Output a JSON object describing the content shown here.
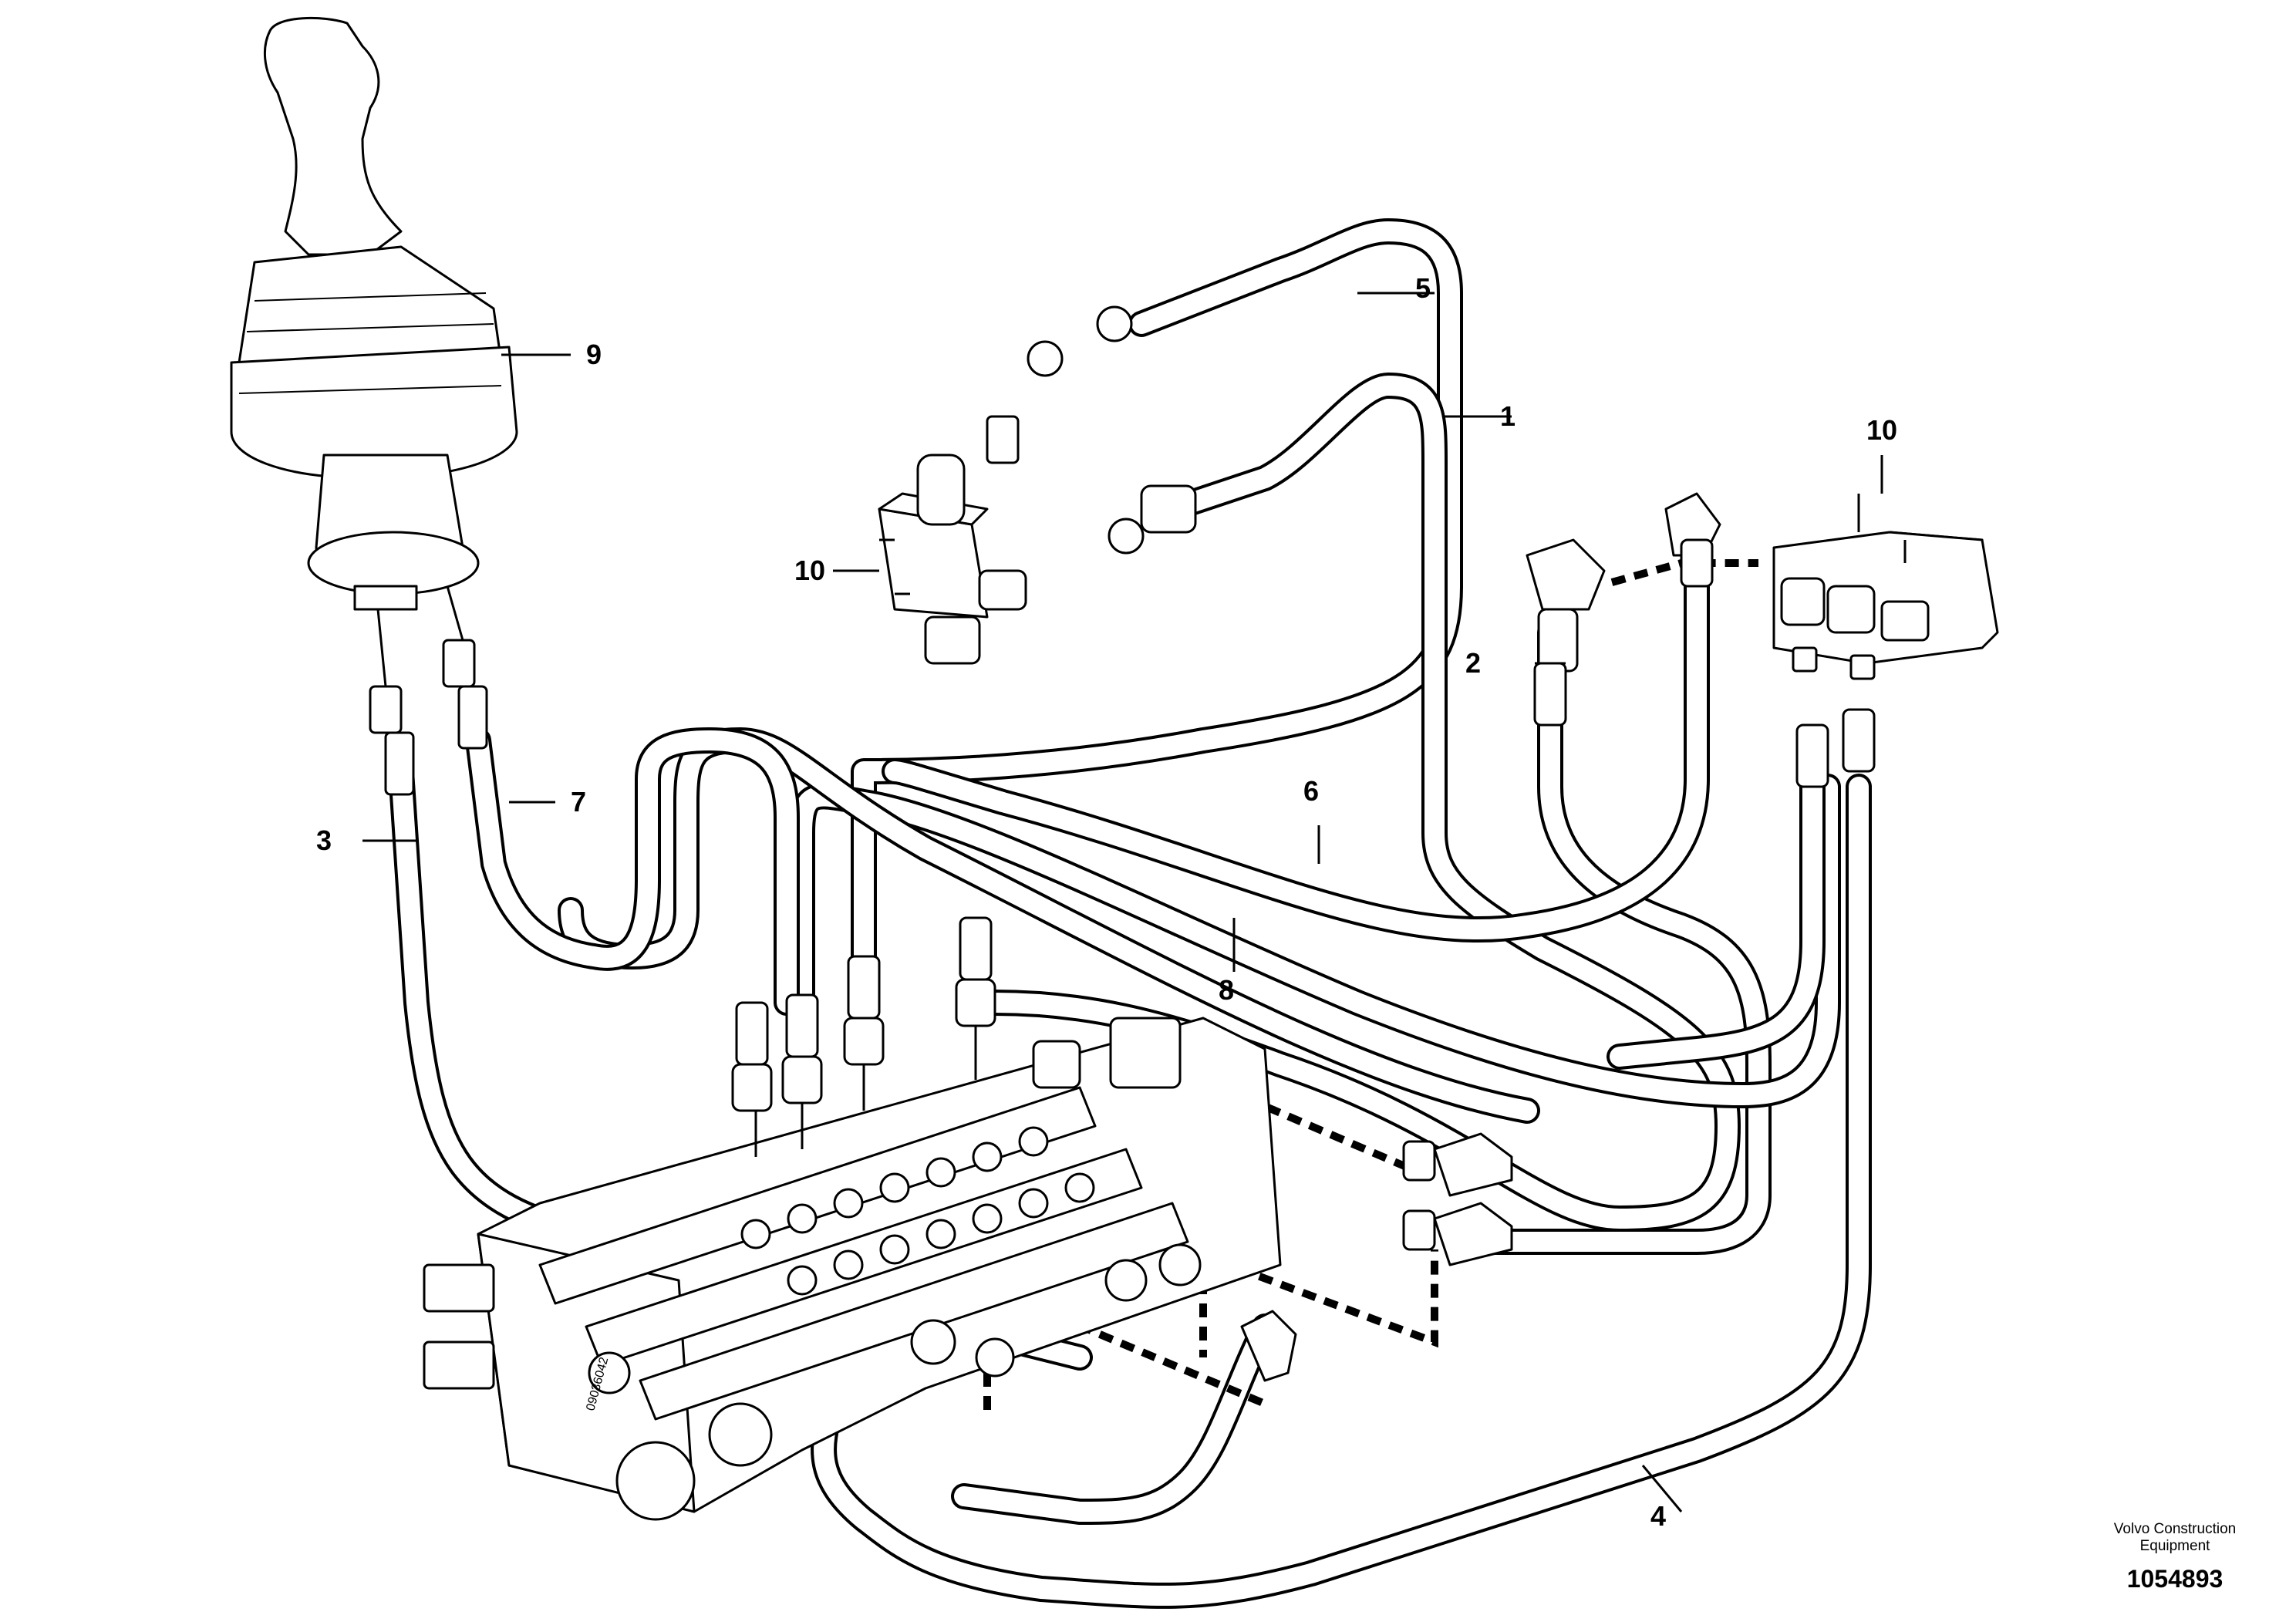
{
  "callouts": {
    "c1": "1",
    "c2": "2",
    "c3": "3",
    "c4": "4",
    "c5": "5",
    "c6": "6",
    "c7": "7",
    "c8": "8",
    "c9": "9",
    "c10a": "10",
    "c10b": "10"
  },
  "footer": {
    "company_line1": "Volvo Construction",
    "company_line2": "Equipment",
    "figure_number": "1054893"
  },
  "logos": {
    "valve_stamp_text": "09036042"
  }
}
